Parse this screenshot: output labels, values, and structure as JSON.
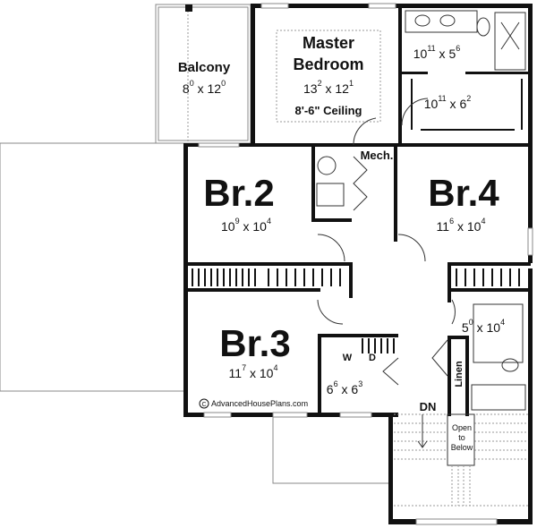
{
  "rooms": {
    "balcony": {
      "name": "Balcony",
      "w": "8",
      "w_in": "0",
      "d": "12",
      "d_in": "0"
    },
    "master": {
      "name1": "Master",
      "name2": "Bedroom",
      "w": "13",
      "w_in": "2",
      "d": "12",
      "d_in": "1",
      "ceiling": "8'-6\" Ceiling"
    },
    "master_bath": {
      "w": "10",
      "w_in": "11",
      "d": "5",
      "d_in": "6"
    },
    "master_closet": {
      "w": "10",
      "w_in": "11",
      "d": "6",
      "d_in": "2"
    },
    "mech": {
      "name": "Mech."
    },
    "br2": {
      "name": "Br.2",
      "w": "10",
      "w_in": "9",
      "d": "10",
      "d_in": "4"
    },
    "br4": {
      "name": "Br.4",
      "w": "11",
      "w_in": "6",
      "d": "10",
      "d_in": "4"
    },
    "br3": {
      "name": "Br.3",
      "w": "11",
      "w_in": "7",
      "d": "10",
      "d_in": "4"
    },
    "laundry": {
      "washer": "W",
      "dryer": "D",
      "w": "6",
      "w_in": "6",
      "d": "6",
      "d_in": "3"
    },
    "hall_bath": {
      "w": "5",
      "w_in": "0",
      "d": "10",
      "d_in": "4"
    },
    "linen": {
      "name": "Linen"
    },
    "stair": {
      "dn": "DN",
      "open1": "Open",
      "open2": "to",
      "open3": "Below"
    }
  },
  "copyright": {
    "symbol": "C",
    "text": "AdvancedHousePlans.com"
  },
  "sep": "x"
}
